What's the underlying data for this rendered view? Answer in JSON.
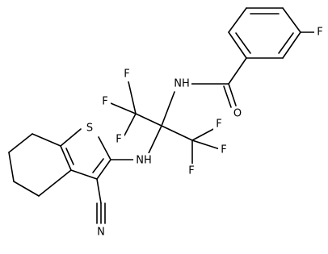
{
  "molecule": {
    "atom_labels": {
      "F_aryl": "F",
      "O": "O",
      "NH_amide": "NH",
      "F_top_1": "F",
      "F_top_2": "F",
      "F_top_3": "F",
      "F_right_1": "F",
      "F_right_2": "F",
      "F_right_3": "F",
      "S": "S",
      "NH_amine": "NH",
      "N_nitrile": "N"
    }
  }
}
